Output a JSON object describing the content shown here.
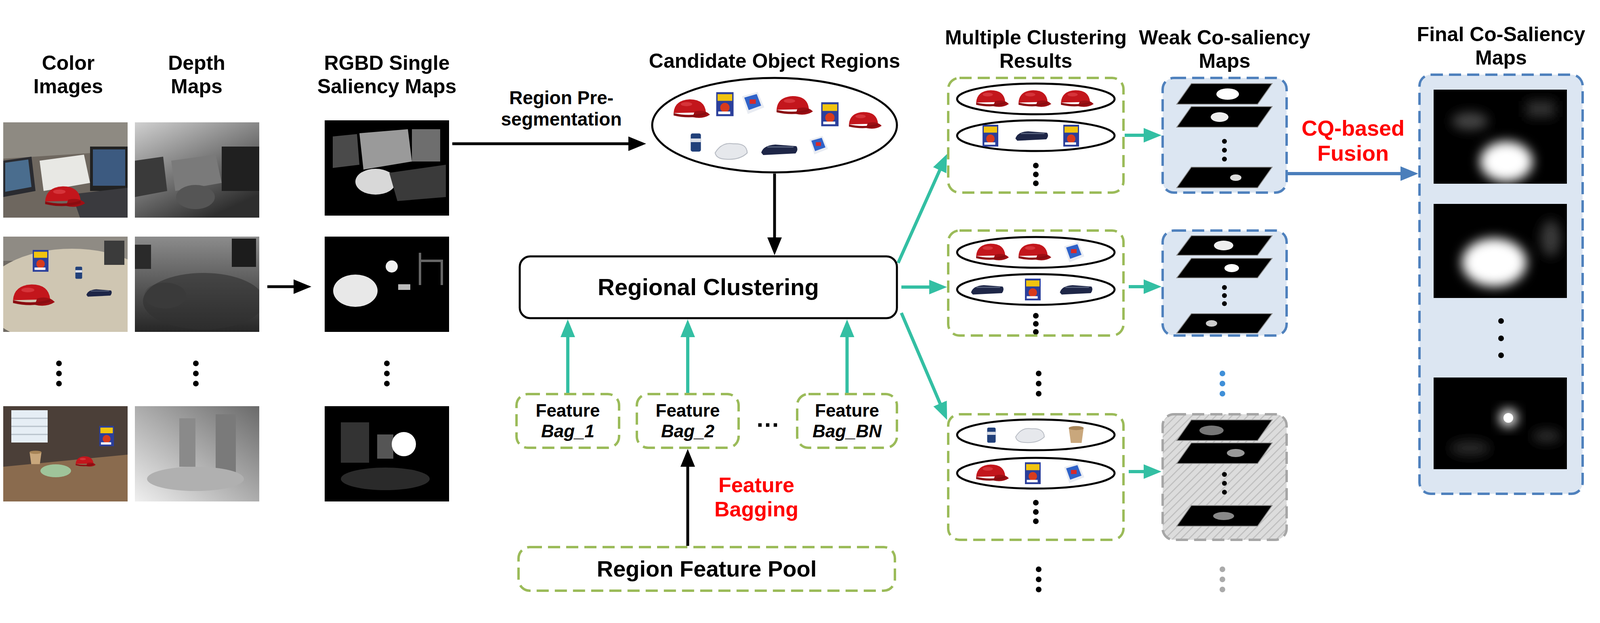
{
  "diagram": {
    "nodes": [
      {
        "text": [
          "Candidate Object Regions"
        ]
      },
      {
        "text": [
          "Regional Clustering"
        ]
      },
      {
        "text": [
          "Feature",
          "Bag_1"
        ]
      },
      {
        "text": [
          "Feature",
          "Bag_2"
        ]
      },
      {
        "text": [
          "Feature",
          "Bag_BN"
        ]
      },
      {
        "text": [
          "Region Feature Pool"
        ]
      },
      {
        "text": [
          "Multiple Clustering Results"
        ]
      },
      {
        "text": [
          "Weak Co-saliency Maps"
        ]
      },
      {
        "text": [
          "Final Co-Saliency Maps"
        ]
      }
    ],
    "edges": [
      {
        "from": 0,
        "to": 1,
        "arrow": "to"
      },
      {
        "from": 2,
        "to": 1,
        "arrow": "to"
      },
      {
        "from": 3,
        "to": 1,
        "arrow": "to"
      },
      {
        "from": 4,
        "to": 1,
        "arrow": "to"
      },
      {
        "from": 5,
        "to": 3,
        "label": "Feature Bagging",
        "arrow": "to"
      },
      {
        "from": 1,
        "to": 6,
        "arrow": "to"
      },
      {
        "from": 6,
        "to": 7,
        "arrow": "to"
      },
      {
        "from": 7,
        "to": 8,
        "label": "CQ-based Fusion",
        "arrow": "to"
      }
    ],
    "labels": [
      "Color Images",
      "Depth Maps",
      "RGBD Single Saliency Maps",
      "Region Pre-segmentation",
      "…"
    ]
  }
}
